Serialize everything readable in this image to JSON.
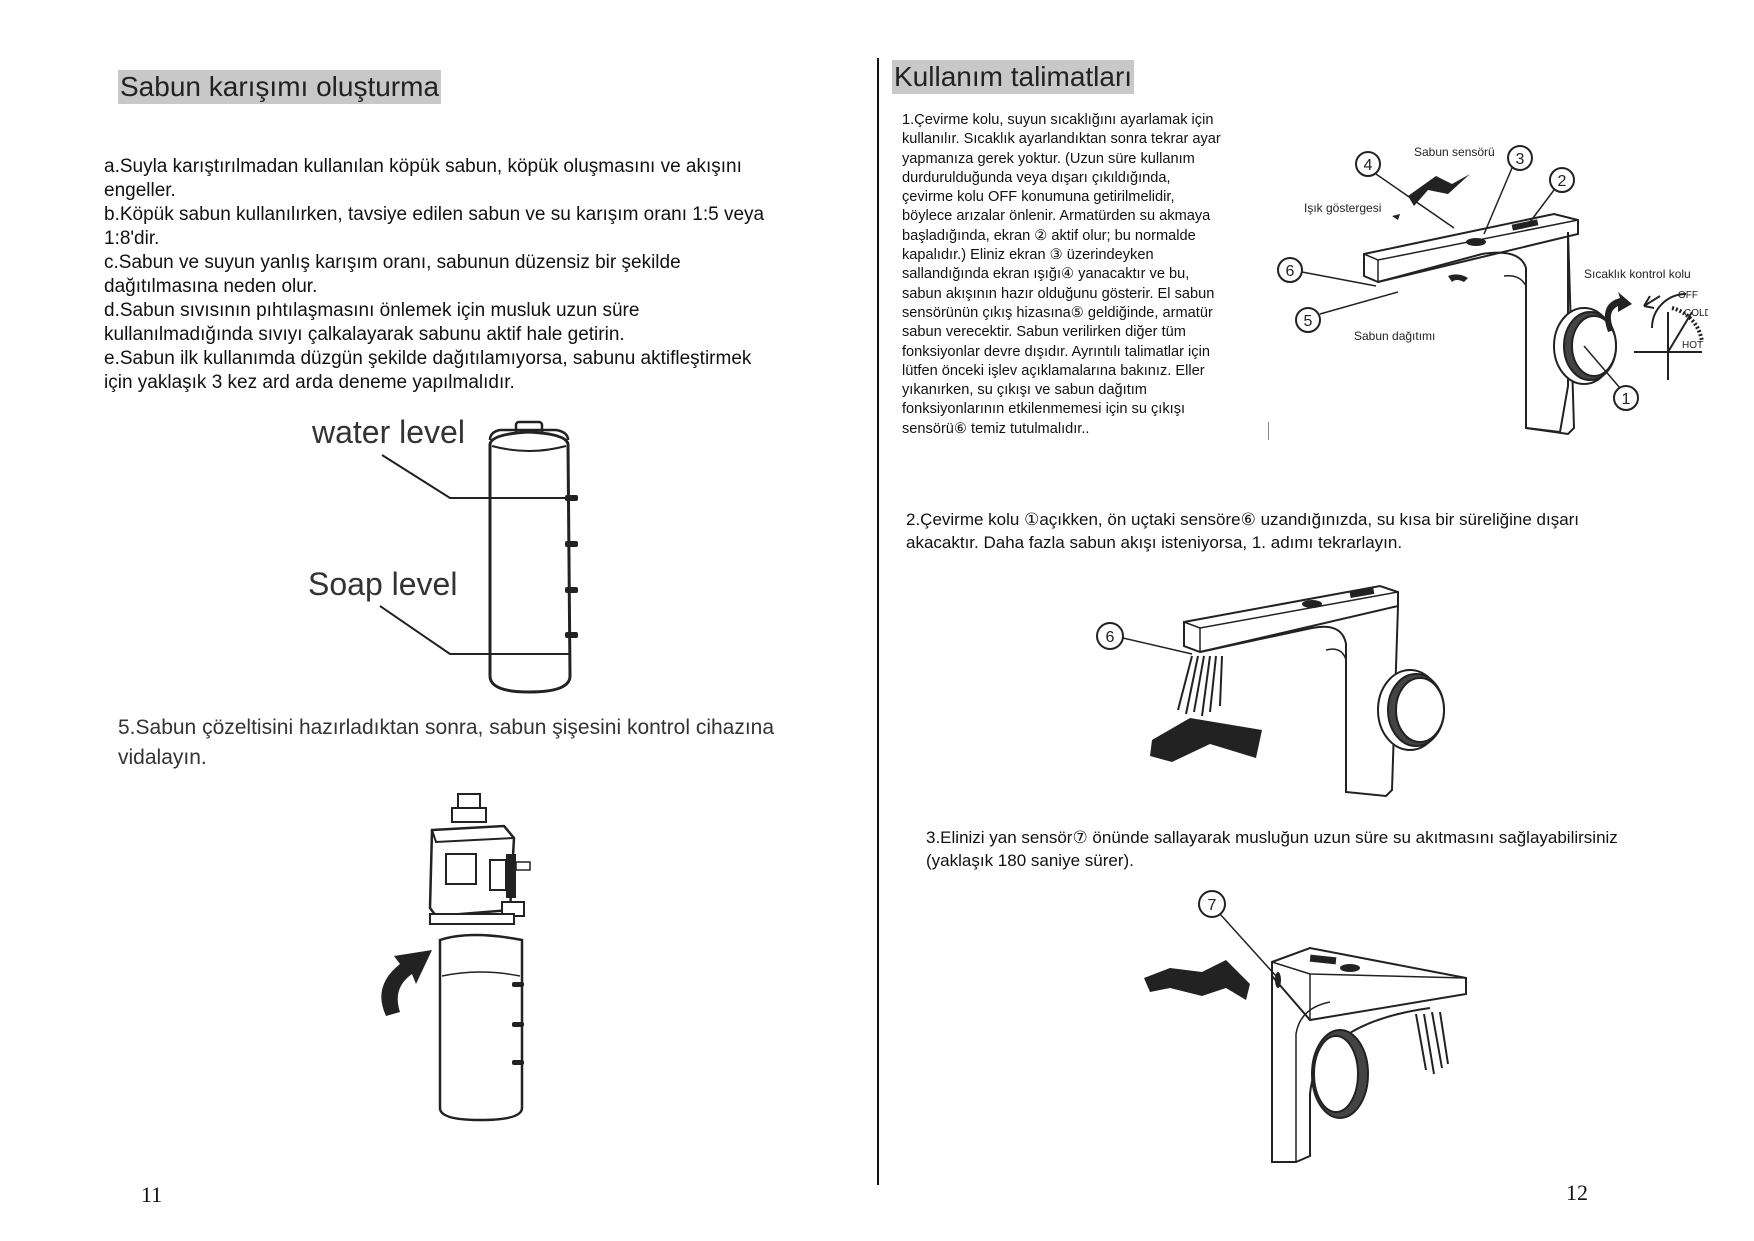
{
  "left_page": {
    "heading": "Sabun karışımı oluşturma",
    "lines": [
      "a.Suyla karıştırılmadan kullanılan köpük sabun, köpük oluşmasını ve akışını",
      "engeller.",
      "b.Köpük sabun kullanılırken, tavsiye edilen sabun ve su karışım oranı 1:5 veya",
      "1:8'dir.",
      "c.Sabun ve suyun yanlış karışım oranı, sabunun düzensiz bir şekilde",
      "dağıtılmasına neden olur.",
      "d.Sabun sıvısının pıhtılaşmasını önlemek için musluk uzun süre",
      "kullanılmadığında sıvıyı çalkalayarak sabunu aktif hale getirin.",
      "e.Sabun ilk kullanımda düzgün şekilde dağıtılamıyorsa, sabunu aktifleştirmek",
      "için yaklaşık 3 kez ard arda deneme yapılmalıdır."
    ],
    "bottle_labels": {
      "water": "water level",
      "soap": "Soap level"
    },
    "step5_lines": [
      "5.Sabun çözeltisini hazırladıktan sonra, sabun şişesini kontrol cihazına",
      "vidalayın."
    ],
    "page_number": "11"
  },
  "right_page": {
    "heading": "Kullanım talimatları",
    "instruction1_lines": [
      "1.Çevirme kolu, suyun sıcaklığını ayarlamak için",
      "kullanılır. Sıcaklık ayarlandıktan sonra tekrar ayar",
      "yapmanıza gerek yoktur. (Uzun süre kullanım",
      "durdurulduğunda veya dışarı çıkıldığında,",
      "çevirme kolu OFF konumuna getirilmelidir,",
      "böylece arızalar önlenir. Armatürden su akmaya",
      "başladığında, ekran ② aktif olur; bu normalde",
      "kapalıdır.) Eliniz ekran ③ üzerindeyken",
      "sallandığında  ekran ışığı④ yanacaktır ve bu,",
      "sabun akışının hazır olduğunu gösterir. El sabun",
      "sensörünün çıkış hizasına⑤ geldiğinde, armatür",
      "sabun verecektir. Sabun verilirken diğer tüm",
      "fonksiyonlar devre dışıdır. Ayrıntılı talimatlar için",
      "lütfen önceki işlev açıklamalarına bakınız. Eller",
      "yıkanırken, su çıkışı ve sabun dağıtım",
      "fonksiyonlarının etkilenmemesi için su çıkışı",
      "sensörü⑥ temiz tutulmalıdır.."
    ],
    "diagram1": {
      "soap_sensor": "Sabun sensörü",
      "light_indicator": "Işık göstergesi",
      "temp_handle": "Sıcaklık kontrol kolu",
      "soap_dispense": "Sabun dağıtımı",
      "off": "OFF",
      "cold": "COLD",
      "hot": "HOT",
      "n1": "1",
      "n2": "2",
      "n3": "3",
      "n4": "4",
      "n5": "5",
      "n6": "6"
    },
    "instruction2_lines": [
      "2.Çevirme kolu ①açıkken, ön uçtaki sensöre⑥ uzandığınızda, su kısa bir süreliğine dışarı",
      "akacaktır. Daha fazla sabun akışı isteniyorsa, 1. adımı tekrarlayın."
    ],
    "diagram2": {
      "n6": "6"
    },
    "instruction3_lines": [
      "3.Elinizi yan sensör⑦ önünde sallayarak musluğun uzun süre su akıtmasını sağlayabilirsiniz",
      "(yaklaşık 180 saniye sürer)."
    ],
    "diagram3": {
      "n7": "7"
    },
    "page_number": "12"
  }
}
